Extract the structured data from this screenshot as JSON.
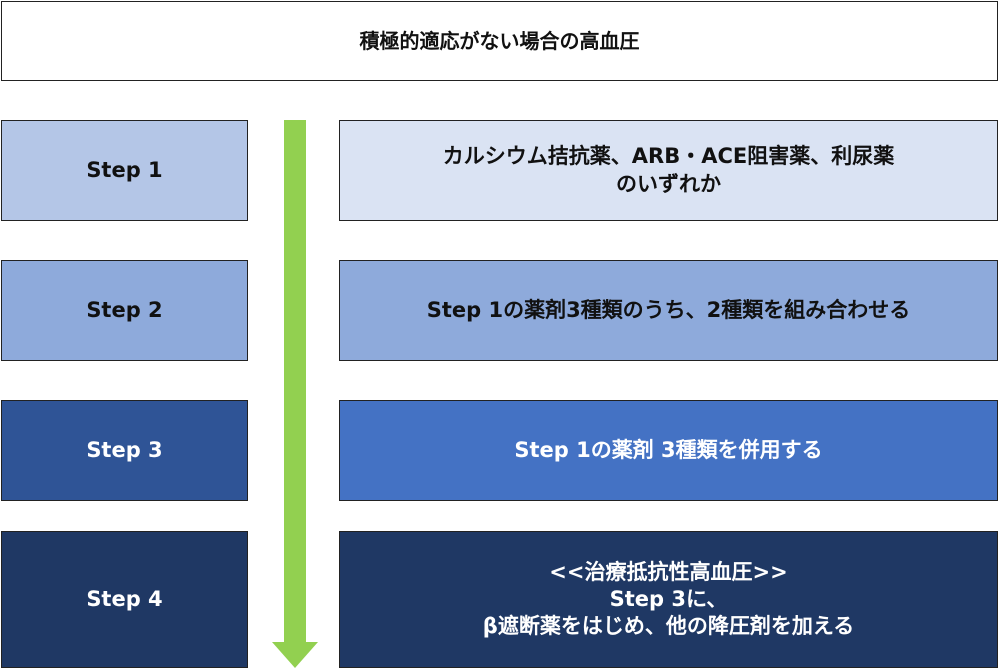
{
  "title": "積極的適応がない場合の高血圧",
  "steps": [
    {
      "label": "Step 1",
      "lines": [
        "カルシウム拮抗薬、ARB・ACE阻害薬、利尿薬",
        "のいずれか"
      ]
    },
    {
      "label": "Step 2",
      "lines": [
        "Step 1の薬剤3種類のうち、2種類を組み合わせる"
      ]
    },
    {
      "label": "Step 3",
      "lines": [
        "Step 1の薬剤 3種類を併用する"
      ]
    },
    {
      "label": "Step 4",
      "lines": [
        "<<治療抵抗性高血圧>>",
        "Step 3に、",
        "β遮断薬をはじめ、他の降圧剤を加える"
      ]
    }
  ],
  "colors": {
    "arrow": "#92d050",
    "step1": "#b4c6e7",
    "step2": "#8eaadb",
    "step3": "#2f5496",
    "step4": "#1f3864",
    "desc1": "#dae3f3",
    "desc2": "#8eaadb",
    "desc3": "#4472c4",
    "desc4": "#1f3864"
  }
}
